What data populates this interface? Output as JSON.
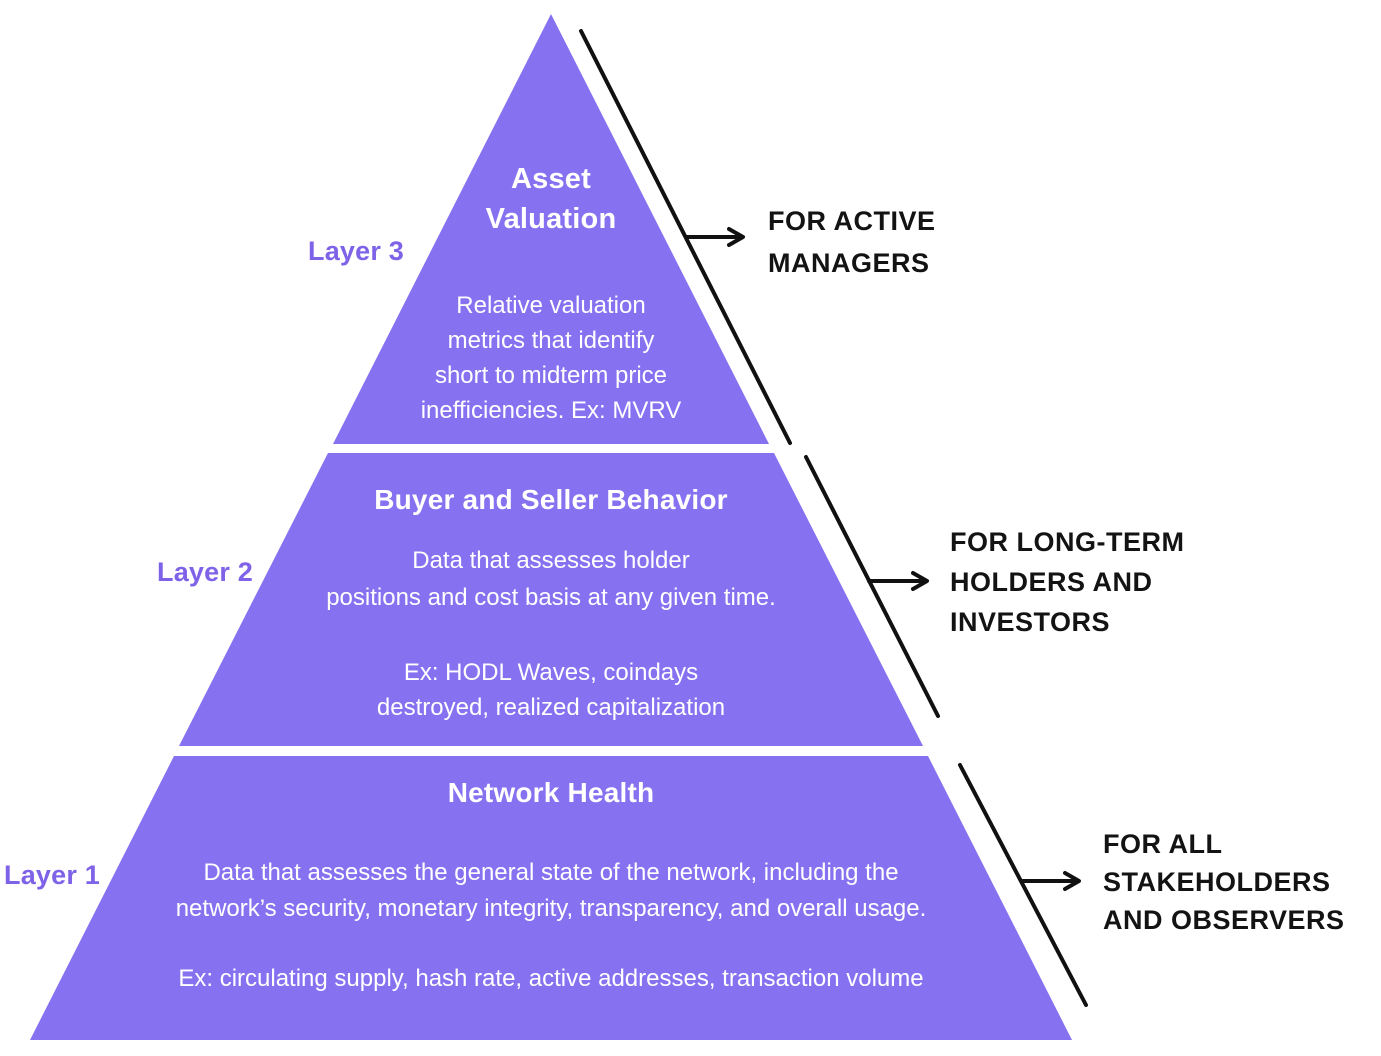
{
  "colors": {
    "background": "#ffffff",
    "pyramid_fill": "#8671f0",
    "layer_label_text": "#7e62e8",
    "pyramid_text": "#ffffff",
    "audience_text": "#131313",
    "line_color": "#111111"
  },
  "pyramid": {
    "layers": [
      {
        "label": "Layer 3",
        "title": "Asset Valuation",
        "title_lines": [
          "Asset",
          "Valuation"
        ],
        "description": "Relative valuation metrics that identify short to midterm price inefficiencies. Ex: MVRV",
        "description_lines": [
          "Relative valuation",
          "metrics that identify",
          "short to midterm price",
          "inefficiencies. Ex: MVRV"
        ],
        "audience": "FOR ACTIVE MANAGERS",
        "audience_lines": [
          "FOR ACTIVE",
          "MANAGERS"
        ]
      },
      {
        "label": "Layer 2",
        "title": "Buyer and Seller Behavior",
        "title_lines": [
          "Buyer and Seller Behavior"
        ],
        "description": "Data that assesses holder positions and cost basis at any given time.",
        "description_lines": [
          "Data that assesses holder",
          "positions and cost basis at any given time."
        ],
        "example": "Ex: HODL Waves, coindays destroyed, realized capitalization",
        "example_lines": [
          "Ex: HODL Waves, coindays",
          "destroyed, realized capitalization"
        ],
        "audience": "FOR LONG-TERM HOLDERS AND INVESTORS",
        "audience_lines": [
          "FOR LONG-TERM",
          "HOLDERS AND",
          "INVESTORS"
        ]
      },
      {
        "label": "Layer 1",
        "title": "Network Health",
        "title_lines": [
          "Network Health"
        ],
        "description": "Data that assesses the general state of the network, including the network’s security, monetary integrity, transparency, and overall usage.",
        "description_lines": [
          "Data that assesses the general state of the network, including the",
          "network’s security, monetary integrity, transparency, and overall usage."
        ],
        "example": "Ex: circulating supply, hash rate, active addresses, transaction volume",
        "example_lines": [
          "Ex: circulating supply, hash rate, active addresses, transaction volume"
        ],
        "audience": "FOR ALL STAKEHOLDERS AND OBSERVERS",
        "audience_lines": [
          "FOR ALL",
          "STAKEHOLDERS",
          "AND OBSERVERS"
        ]
      }
    ]
  }
}
